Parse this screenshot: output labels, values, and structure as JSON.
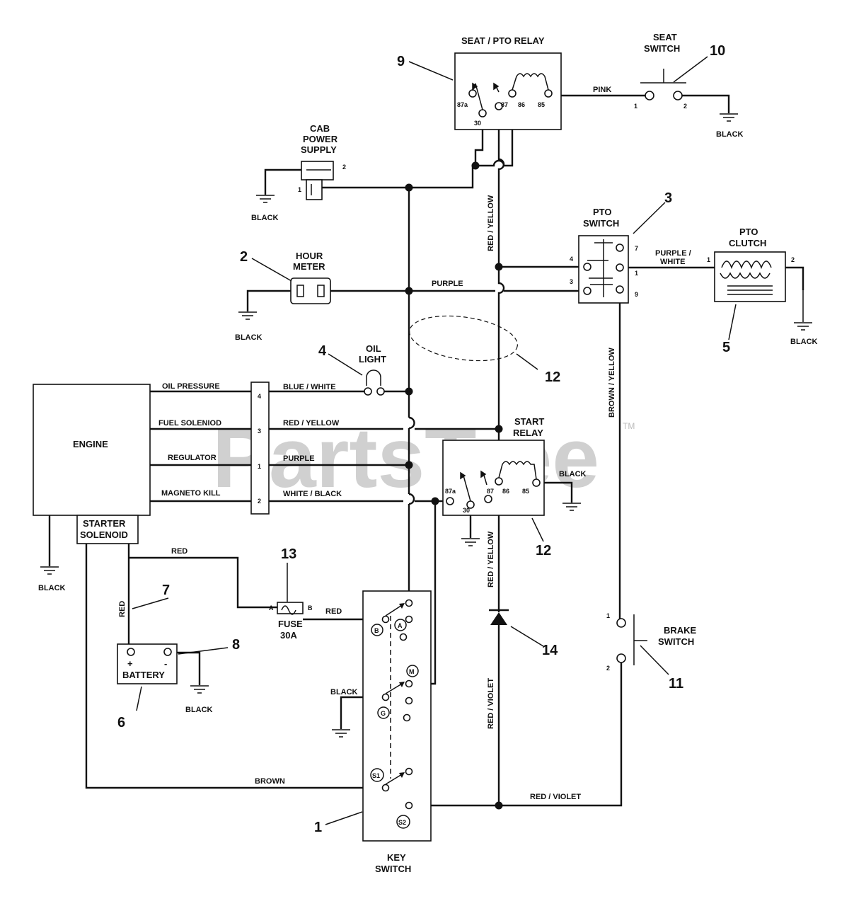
{
  "watermark": "PartsTree",
  "watermark_tm": "TM",
  "components": {
    "seat_pto_relay": "SEAT / PTO RELAY",
    "seat_switch_line1": "SEAT",
    "seat_switch_line2": "SWITCH",
    "cab_power_line1": "CAB",
    "cab_power_line2": "POWER",
    "cab_power_line3": "SUPPLY",
    "hour_meter_line1": "HOUR",
    "hour_meter_line2": "METER",
    "pto_switch_line1": "PTO",
    "pto_switch_line2": "SWITCH",
    "pto_clutch_line1": "PTO",
    "pto_clutch_line2": "CLUTCH",
    "oil_light_line1": "OIL",
    "oil_light_line2": "LIGHT",
    "engine": "ENGINE",
    "start_relay_line1": "START",
    "start_relay_line2": "RELAY",
    "starter_solenoid_line1": "STARTER",
    "starter_solenoid_line2": "SOLENOID",
    "battery": "BATTERY",
    "battery_plus": "+",
    "battery_minus": "-",
    "fuse_line1": "FUSE",
    "fuse_line2": "30A",
    "brake_switch_line1": "BRAKE",
    "brake_switch_line2": "SWITCH",
    "key_switch_line1": "KEY",
    "key_switch_line2": "SWITCH"
  },
  "engine_leads": [
    "OIL PRESSURE",
    "FUEL SOLENIOD",
    "REGULATOR",
    "MAGNETO KILL"
  ],
  "connector_pins": [
    "4",
    "3",
    "1",
    "2"
  ],
  "wires": {
    "pink": "PINK",
    "purple": "PURPLE",
    "purple_white_1": "PURPLE /",
    "purple_white_2": "WHITE",
    "blue_white": "BLUE / WHITE",
    "red_yellow_engine": "RED / YELLOW",
    "purple_reg": "PURPLE",
    "white_black": "WHITE / BLACK",
    "red_yellow_vert": "RED / YELLOW",
    "red_yellow_vert2": "RED / YELLOW",
    "brown_yellow": "BROWN / YELLOW",
    "red_violet_vert": "RED / VIOLET",
    "red_violet_bottom": "RED / VIOLET",
    "red_top": "RED",
    "red_side": "RED",
    "red_fuse": "RED",
    "brown": "BROWN",
    "black": "BLACK"
  },
  "grounds": [
    "BLACK",
    "BLACK",
    "BLACK",
    "BLACK",
    "BLACK",
    "BLACK",
    "BLACK",
    "BLACK"
  ],
  "relay_pins": [
    "87a",
    "30",
    "87",
    "86",
    "85"
  ],
  "pto_pins": [
    "4",
    "3",
    "7",
    "1",
    "9"
  ],
  "switch_pins": [
    "1",
    "2"
  ],
  "fuse_pins": [
    "A",
    "B"
  ],
  "cab_pins": [
    "1",
    "2"
  ],
  "clutch_pins": [
    "1",
    "2"
  ],
  "key_positions": [
    "B",
    "A",
    "M",
    "G",
    "S1",
    "S2"
  ],
  "callouts": [
    "1",
    "2",
    "3",
    "4",
    "5",
    "6",
    "7",
    "8",
    "9",
    "10",
    "11",
    "12",
    "12",
    "13",
    "14"
  ]
}
